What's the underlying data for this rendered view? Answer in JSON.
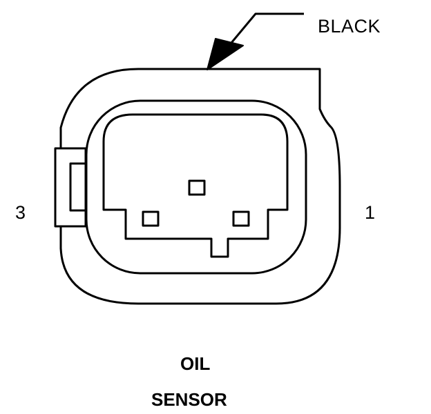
{
  "callout": {
    "label": "BLACK"
  },
  "pins": {
    "left": "3",
    "right": "1"
  },
  "title": {
    "line1": "OIL",
    "line2": "SENSOR"
  },
  "colors": {
    "stroke": "#000000",
    "background": "#ffffff"
  }
}
